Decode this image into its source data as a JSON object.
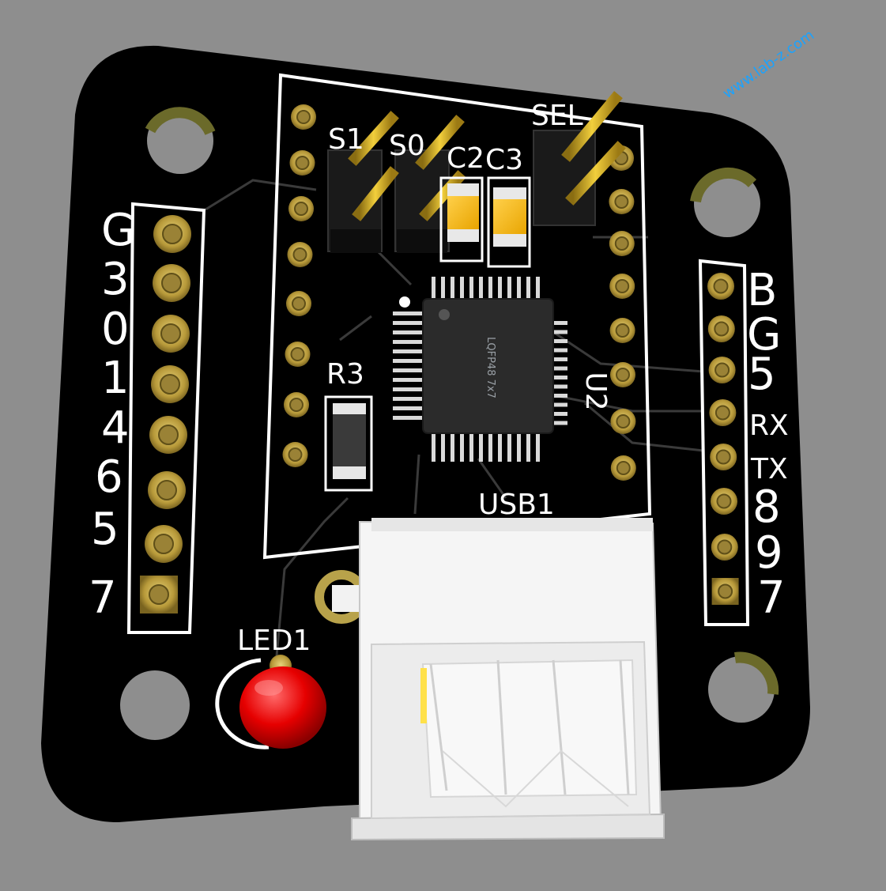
{
  "watermark": "www.lab-z.com",
  "labels": {
    "header_s1": "S1",
    "header_s0": "S0",
    "cap_c2": "C2",
    "cap_c3": "C3",
    "header_sel": "SEL",
    "resistor": "R3",
    "ic": "U2",
    "chip_marking": "LQFP48 7x7",
    "usb": "USB1",
    "led": "LED1"
  },
  "left_pins": [
    "G",
    "3",
    "0",
    "1",
    "4",
    "6",
    "5",
    "7"
  ],
  "right_pins": [
    "B",
    "G",
    "5",
    "RX",
    "TX",
    "8",
    "9",
    "7"
  ],
  "colors": {
    "background": "#8e8e8e",
    "board": "#000000",
    "silkscreen": "#ffffff",
    "pad_gold": "#b8a24a",
    "led_red": "#e60000",
    "usb_shell": "#f2f2f2",
    "watermark": "#1aa3ff"
  }
}
